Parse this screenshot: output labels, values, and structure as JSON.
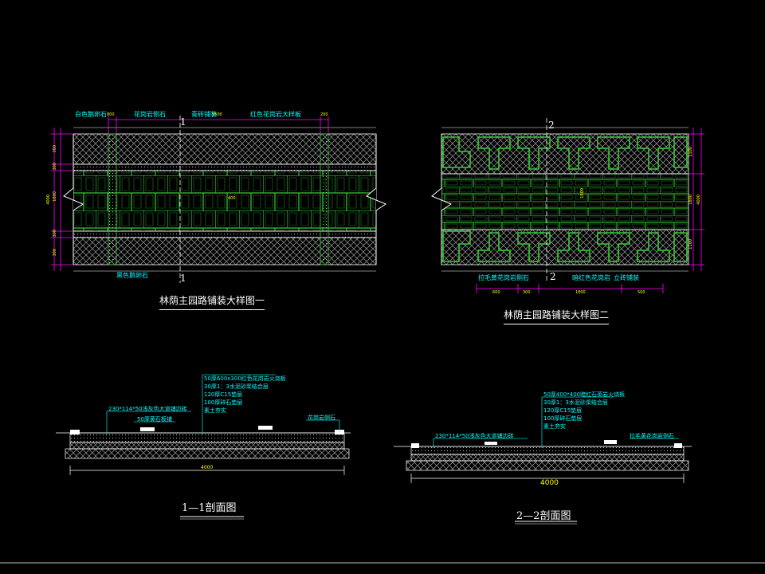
{
  "colors": {
    "background": "#000000",
    "outline": "#ffffff",
    "hatch": "#9a9a9a",
    "paving": "#33cc33",
    "dimension": "#ff00ff",
    "leader": "#00cccc",
    "text": "#00ffff",
    "title": "#ffffff",
    "section_mark": "#ffffff"
  },
  "plan1": {
    "title": "林荫主园路铺装大样图一",
    "callouts": [
      "白色鹅卵石",
      "花岗岩侧石",
      "青砖铺装",
      "红色花岗岩大样板"
    ],
    "callout_bottom": "黑色鹅卵石",
    "section_mark": "1",
    "dims_top": [
      "800",
      "5500",
      "200"
    ],
    "dims_left": [
      "300",
      "300",
      "1800",
      "300",
      "300"
    ],
    "dim_total": "4000",
    "dim_mid": "400"
  },
  "plan2": {
    "title": "林荫主园路铺装大样图二",
    "callouts_bottom": [
      "拉毛黄花岗岩侧石",
      "暗红色花岗岩",
      "立砖铺装"
    ],
    "section_mark": "2",
    "dims_bottom": [
      "600",
      "300",
      "1800",
      "500"
    ],
    "dims_right": [
      "1100",
      "1800",
      "1100"
    ],
    "dim_total": "4000",
    "dim_mid": "1800"
  },
  "section1": {
    "title": "1—1剖面图",
    "notes": [
      "50厚600x300红色花岗岩火烧板",
      "30厚1：3水泥砂浆结合层",
      "120厚C15垫层",
      "100厚碎石垫层",
      "素土夯实"
    ],
    "left_callout": "230*114*50浅灰色大道铺边砖",
    "left_callout2": "50厚黄石板铺",
    "right_callout": "花岗岩侧石",
    "dim_total": "4000"
  },
  "section2": {
    "title": "2—2剖面图",
    "notes": [
      "50厚400*400暗红石英岩火烧板",
      "30厚1：3水泥砂浆结合层",
      "120厚C15垫层",
      "100厚碎石垫层",
      "素土夯实"
    ],
    "left_callout": "230*114*50浅灰色大道铺边砖",
    "right_callout": "拉毛黄花岗岩侧石",
    "dim_total": "4000"
  }
}
